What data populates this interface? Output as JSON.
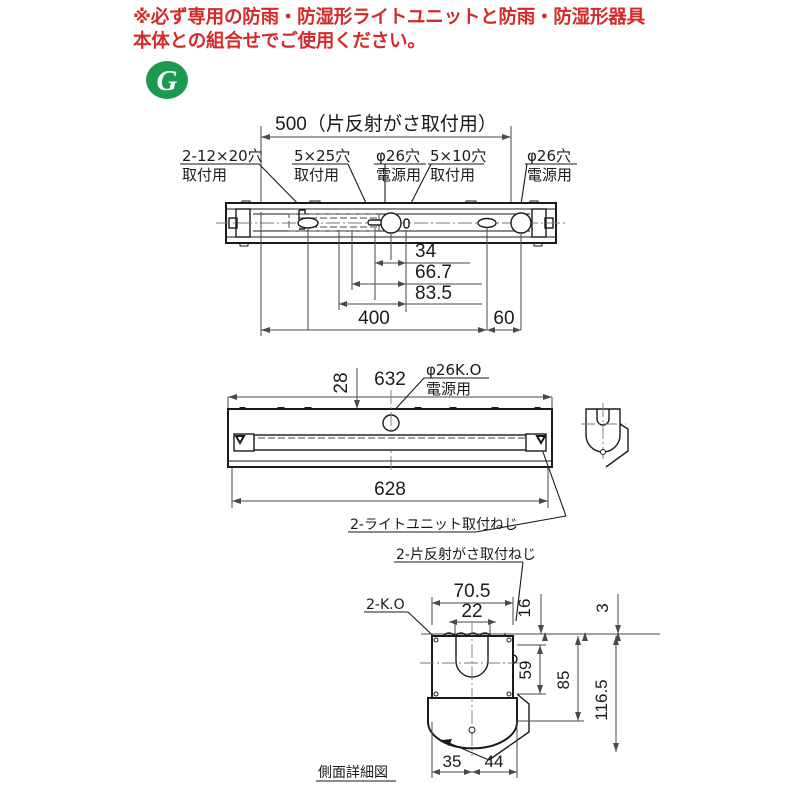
{
  "document": {
    "type": "technical-drawing",
    "subject": "防雨・防湿形照明器具 取付寸法図",
    "units": "mm"
  },
  "warning": {
    "text": "※必ず専用の防雨・防湿形ライトユニットと防雨・防湿形器具\n本体との組合せでご使用ください。",
    "color": "#d42a28"
  },
  "logo": {
    "letter": "G",
    "color": "#1a9a4e",
    "name": "g-mark-logo"
  },
  "views": {
    "top": {
      "name": "top-view",
      "overall_dim": "500（片反射がさ取付用）",
      "callouts": [
        {
          "line1": "2-12×20穴",
          "line2": "取付用"
        },
        {
          "line1": "5×25穴",
          "line2": "取付用"
        },
        {
          "line1": "φ26穴",
          "line2": "電源用"
        },
        {
          "line1": "5×10穴",
          "line2": "取付用"
        },
        {
          "line1": "φ26穴",
          "line2": "電源用"
        }
      ],
      "dims": [
        "34",
        "66.7",
        "83.5",
        "400",
        "60"
      ]
    },
    "front": {
      "name": "front-view",
      "dims": [
        "28",
        "632",
        "628"
      ],
      "callouts": [
        {
          "line1": "φ26K.O",
          "line2": "電源用"
        }
      ],
      "note": "2-ライトユニット取付ねじ"
    },
    "side_small": {
      "name": "side-end-view"
    },
    "detail": {
      "name": "side-detail-view",
      "caption": "側面詳細図",
      "callouts": [
        "2-片反射がさ取付ねじ",
        "2-K.O"
      ],
      "dims_top": [
        "70.5",
        "22",
        "16",
        "3"
      ],
      "dims_right": [
        "59",
        "85",
        "116.5"
      ],
      "dims_bottom": [
        "35",
        "44"
      ]
    }
  }
}
